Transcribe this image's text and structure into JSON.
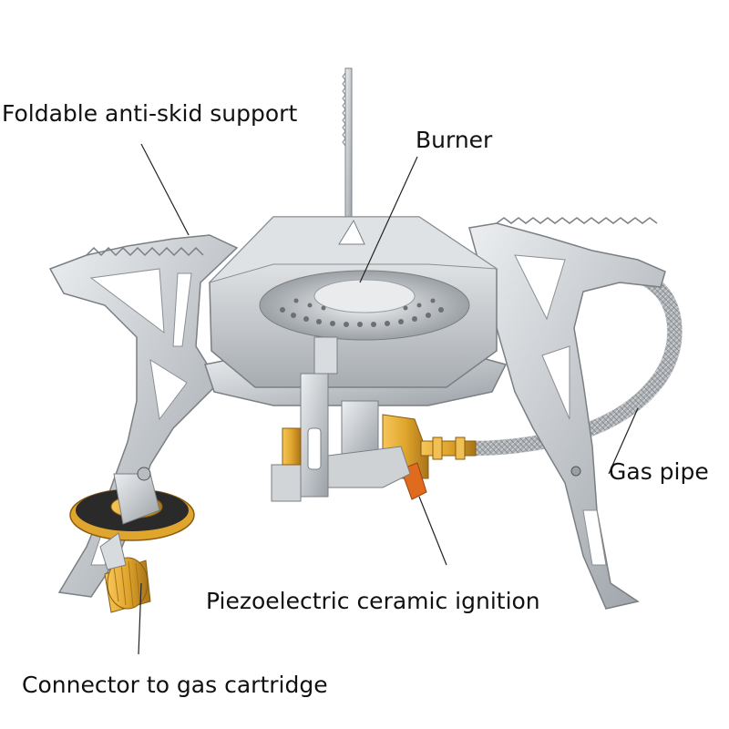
{
  "labels": {
    "support": "Foldable anti-skid support",
    "burner": "Burner",
    "gas_pipe": "Gas pipe",
    "ignition": "Piezoelectric ceramic ignition",
    "connector": "Connector to gas cartridge"
  },
  "colors": {
    "steel": "#c9ccd0",
    "steel_dark": "#8e9297",
    "brass": "#e0a52c",
    "orange": "#e06a1e",
    "leader": "#222222"
  }
}
